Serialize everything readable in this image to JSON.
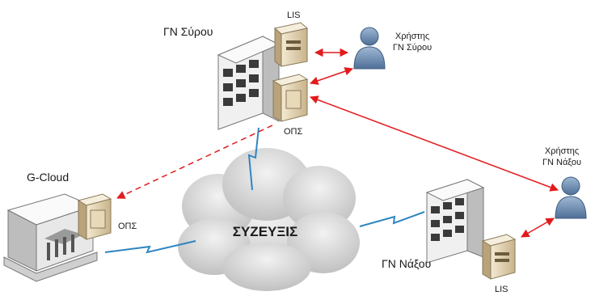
{
  "labels": {
    "gn_syrou": "ΓΝ Σύρου",
    "lis_syrou": "LIS",
    "user_syrou_line1": "Χρήστης",
    "user_syrou_line2": "ΓΝ Σύρου",
    "ops_syrou": "ΟΠΣ",
    "user_naxou_line1": "Χρήστης",
    "user_naxou_line2": "ΓΝ Νάξου",
    "gcloud": "G-Cloud",
    "ops_gcloud": "ΟΠΣ",
    "cloud": "ΣΥΖΕΥΞΙΣ",
    "gn_naxou": "ΓΝ Νάξου",
    "lis_naxou": "LIS"
  },
  "colors": {
    "arrow": "#e31a1c",
    "link": "#2e86c1",
    "cloud": "#d2d2d2",
    "user": "#5b7fa6",
    "building": "#e2e2e2",
    "server": "#d9c9a7"
  },
  "icons": [
    "building-icon",
    "server-icon",
    "user-icon",
    "cloud-icon",
    "datacenter-icon",
    "lightning-link-icon"
  ]
}
